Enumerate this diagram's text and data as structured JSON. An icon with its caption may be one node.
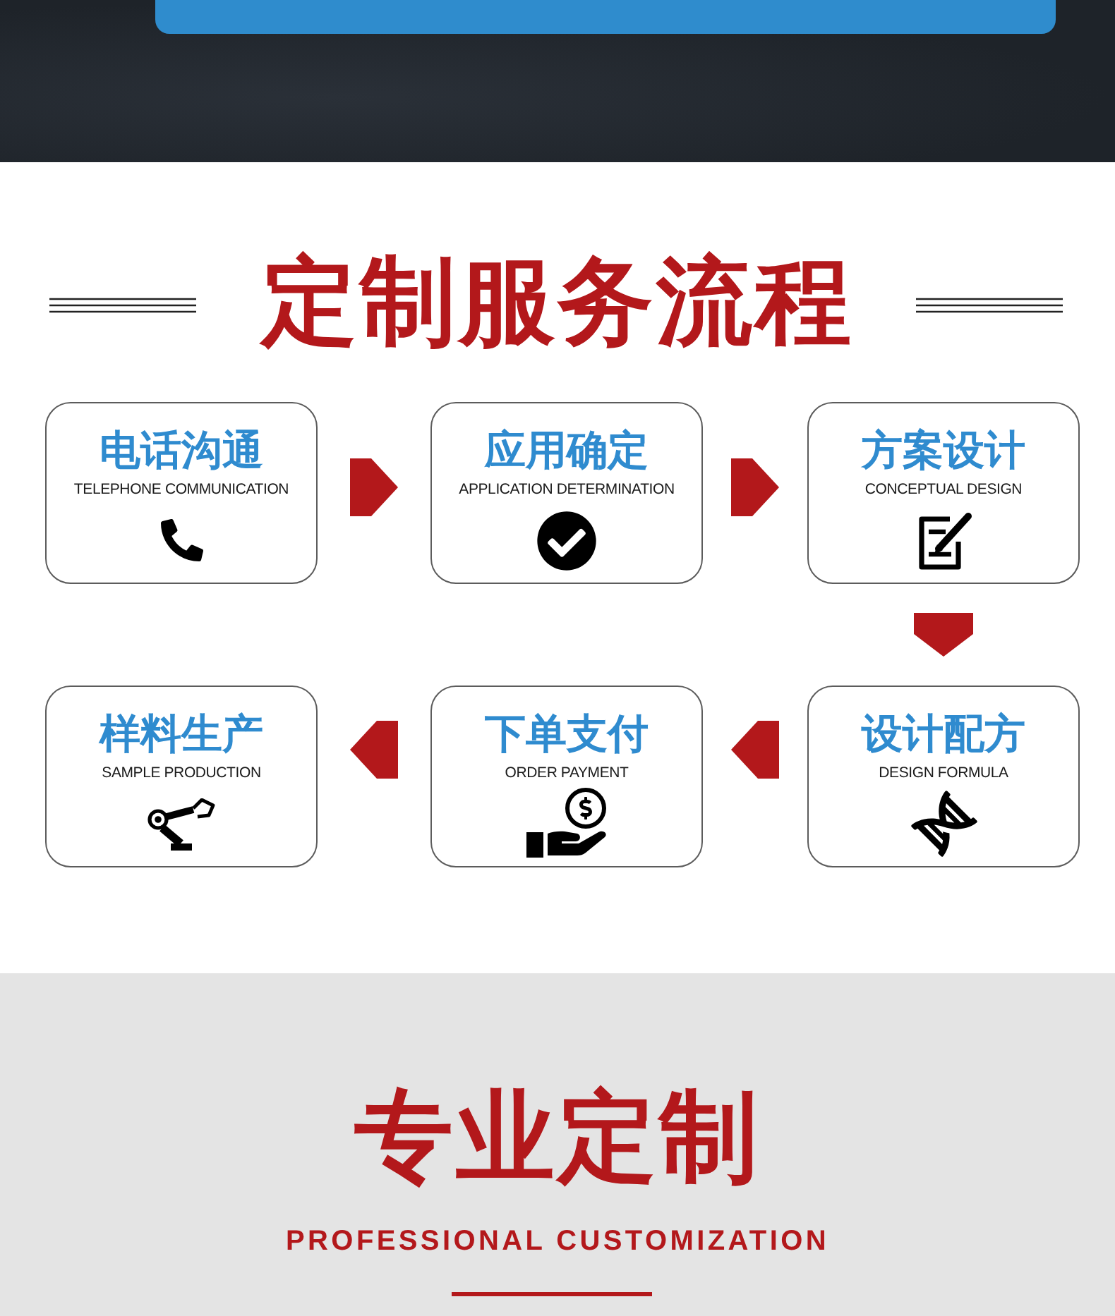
{
  "diagram": {
    "title": "定制服务流程",
    "nodes": [
      {
        "text": [
          "电话沟通",
          "TELEPHONE COMMUNICATION"
        ]
      },
      {
        "text": [
          "应用确定",
          "APPLICATION DETERMINATION"
        ]
      },
      {
        "text": [
          "方案设计",
          "CONCEPTUAL DESIGN"
        ]
      },
      {
        "text": [
          "样料生产",
          "SAMPLE PRODUCTION"
        ]
      },
      {
        "text": [
          "下单支付",
          "ORDER PAYMENT"
        ]
      },
      {
        "text": [
          "设计配方",
          "DESIGN FORMULA"
        ]
      }
    ],
    "edges": [
      {
        "from": 0,
        "to": 1,
        "arrow": "to"
      },
      {
        "from": 1,
        "to": 2,
        "arrow": "to"
      },
      {
        "from": 2,
        "to": 5,
        "arrow": "to"
      },
      {
        "from": 5,
        "to": 4,
        "arrow": "to"
      },
      {
        "from": 4,
        "to": 3,
        "arrow": "to"
      }
    ],
    "labels": [
      "专业定制",
      "PROFESSIONAL CUSTOMIZATION"
    ]
  }
}
